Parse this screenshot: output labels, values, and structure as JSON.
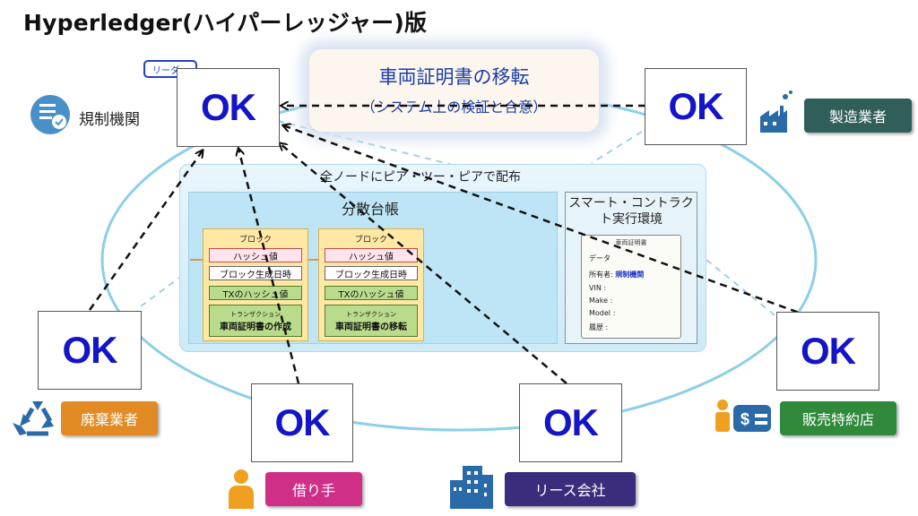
{
  "title": "Hyperledger(ハイパーレッジャー)版",
  "callout": {
    "main": "車両証明書の移転",
    "sub": "（システム上の検証と合意）"
  },
  "leader_badge": "リーダー",
  "ok_text": "OK",
  "participants": {
    "regulator": "規制機関",
    "manufacturer": "製造業者",
    "scrapper": "廃棄業者",
    "borrower": "借り手",
    "lease": "リース会社",
    "dealer": "販売特約店"
  },
  "colors": {
    "manufacturer": "#2f5f58",
    "scrapper": "#e28a23",
    "borrower": "#cf2f86",
    "lease": "#3b2d7c",
    "dealer": "#2f8a3c",
    "ok_text": "#1414c8",
    "network_ring": "#8ccfe8"
  },
  "panel": {
    "title": "全ノードにピア・ツー・ピアで配布",
    "ledger_title": "分散台帳",
    "blocks": [
      {
        "title": "ブロック",
        "hash": "ハッシュ値",
        "time": "ブロック生成日時",
        "tx": "TXのハッシュ値",
        "trn_small": "トランザクション",
        "trn": "車両証明書の作成"
      },
      {
        "title": "ブロック",
        "hash": "ハッシュ値",
        "time": "ブロック生成日時",
        "tx": "TXのハッシュ値",
        "trn_small": "トランザクション",
        "trn": "車両証明書の移転"
      }
    ],
    "smart_title": "スマート・コントラクト実行環境",
    "certificate": {
      "title": "車両証明書",
      "data": "データ",
      "owner_label": "所有者:",
      "owner_value": "規制機関",
      "vin": "VIN :",
      "make": "Make :",
      "model": "Model :",
      "history": "履歴 :"
    }
  },
  "icons": [
    "checklist-icon",
    "factory-icon",
    "recycle-icon",
    "person-icon",
    "office-building-icon",
    "car-dealer-icon"
  ]
}
